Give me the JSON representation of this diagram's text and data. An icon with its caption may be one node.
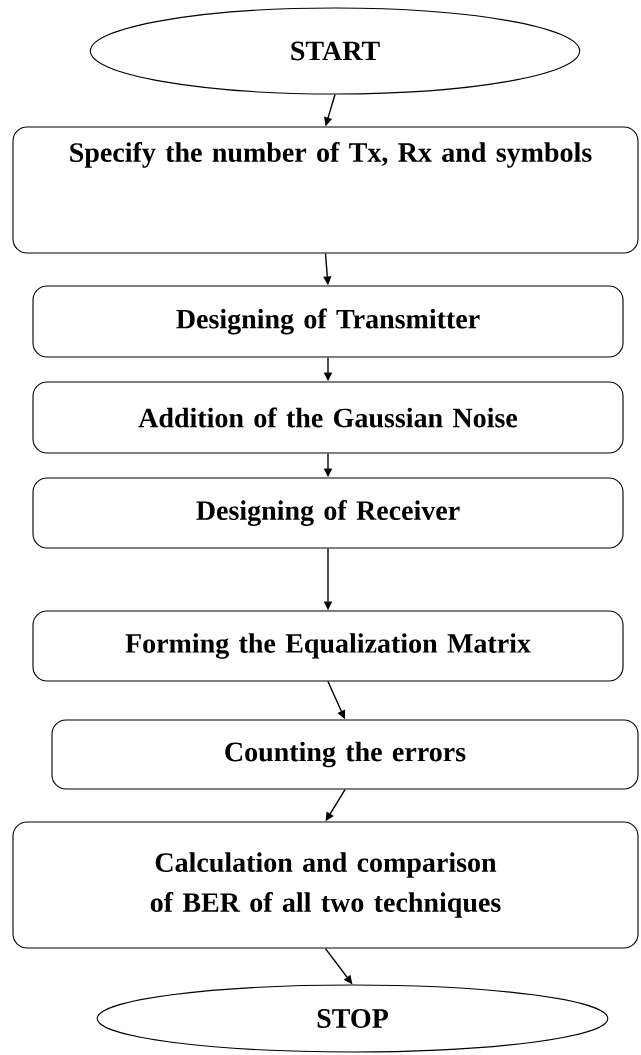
{
  "diagram": {
    "nodes": [
      {
        "text": [
          "START"
        ]
      },
      {
        "text": [
          "Specify the number of Tx, Rx and symbols"
        ]
      },
      {
        "text": [
          "Designing of Transmitter"
        ]
      },
      {
        "text": [
          "Addition of the Gaussian Noise"
        ]
      },
      {
        "text": [
          "Designing of Receiver"
        ]
      },
      {
        "text": [
          "Forming the Equalization Matrix"
        ]
      },
      {
        "text": [
          "Counting the errors"
        ]
      },
      {
        "text": [
          "Calculation and comparison of BER of all two techniques"
        ]
      },
      {
        "text": [
          "STOP"
        ]
      }
    ],
    "edges": [
      {
        "from": 0,
        "to": 1,
        "arrow": "to"
      },
      {
        "from": 1,
        "to": 2,
        "arrow": "to"
      },
      {
        "from": 2,
        "to": 3,
        "arrow": "to"
      },
      {
        "from": 3,
        "to": 4,
        "arrow": "to"
      },
      {
        "from": 4,
        "to": 5,
        "arrow": "to"
      },
      {
        "from": 5,
        "to": 6,
        "arrow": "to"
      },
      {
        "from": 6,
        "to": 7,
        "arrow": "to"
      },
      {
        "from": 7,
        "to": 8,
        "arrow": "to"
      }
    ]
  }
}
